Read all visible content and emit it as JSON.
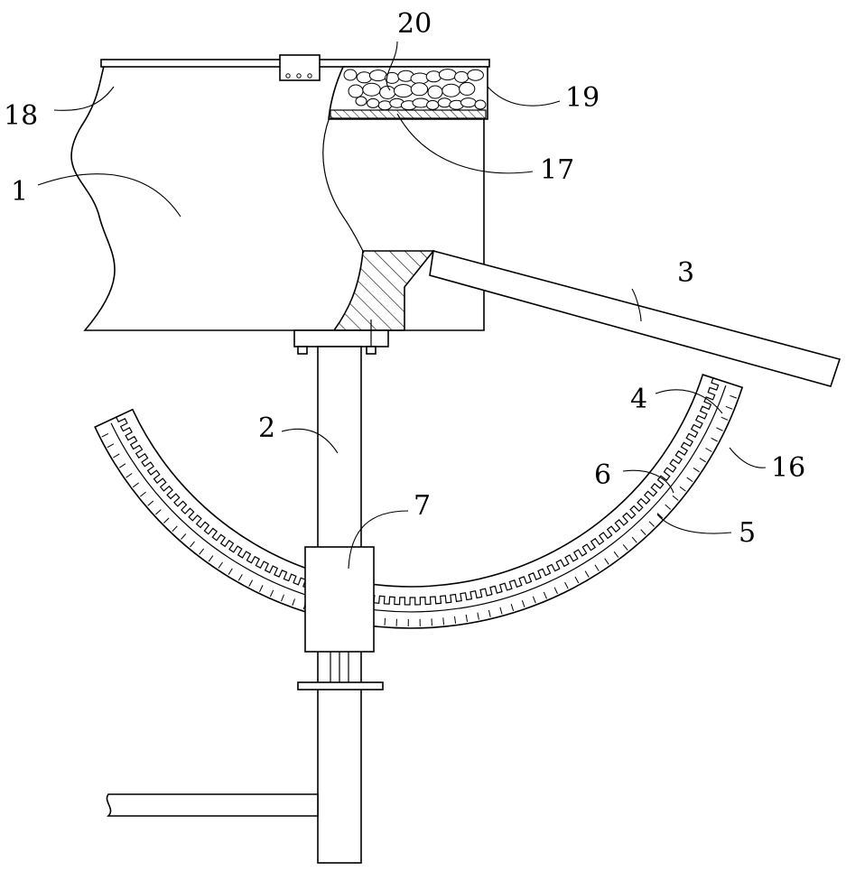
{
  "labels": {
    "l1": "1",
    "l2": "2",
    "l3": "3",
    "l4": "4",
    "l5": "5",
    "l6": "6",
    "l7": "7",
    "l16": "16",
    "l17": "17",
    "l18": "18",
    "l19": "19",
    "l20": "20"
  },
  "colors": {
    "line": "#000000",
    "background": "#ffffff"
  }
}
